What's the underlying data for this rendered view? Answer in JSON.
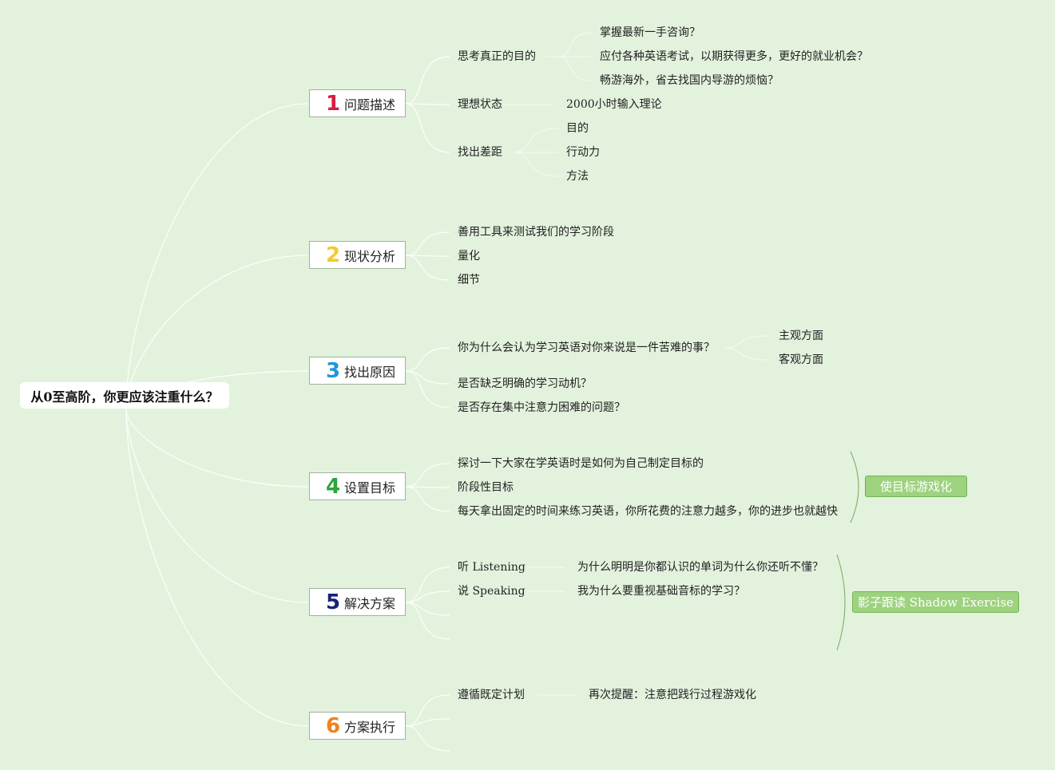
{
  "root": {
    "label": "从0至高阶，你更应该注重什么？"
  },
  "colors": {
    "background": "#e3f2dd",
    "num1": "#d81e3e",
    "num2": "#f2cb2c",
    "num3": "#2196d8",
    "num4": "#2aa63c",
    "num5": "#16237a",
    "num6": "#f0821e",
    "tag": "#9dd27e"
  },
  "branches": [
    {
      "number": "1",
      "label": "问题描述",
      "children": [
        {
          "label": "思考真正的目的",
          "children": [
            {
              "label": "掌握最新一手咨询？"
            },
            {
              "label": "应付各种英语考试，以期获得更多，更好的就业机会？"
            },
            {
              "label": "畅游海外，省去找国内导游的烦恼？"
            }
          ]
        },
        {
          "label": "理想状态",
          "children": [
            {
              "label": "2000小时输入理论"
            }
          ]
        },
        {
          "label": "找出差距",
          "children": [
            {
              "label": "目的"
            },
            {
              "label": "行动力"
            },
            {
              "label": "方法"
            }
          ]
        }
      ]
    },
    {
      "number": "2",
      "label": "现状分析",
      "children": [
        {
          "label": "善用工具来测试我们的学习阶段"
        },
        {
          "label": "量化"
        },
        {
          "label": "细节"
        }
      ]
    },
    {
      "number": "3",
      "label": "找出原因",
      "children": [
        {
          "label": "你为什么会认为学习英语对你来说是一件苦难的事？",
          "children": [
            {
              "label": "主观方面"
            },
            {
              "label": "客观方面"
            }
          ]
        },
        {
          "label": "是否缺乏明确的学习动机？"
        },
        {
          "label": "是否存在集中注意力困难的问题？"
        }
      ]
    },
    {
      "number": "4",
      "label": "设置目标",
      "children": [
        {
          "label": "探讨一下大家在学英语时是如何为自己制定目标的"
        },
        {
          "label": "阶段性目标"
        },
        {
          "label": "每天拿出固定的时间来练习英语，你所花费的注意力越多，你的进步也就越快"
        }
      ],
      "summary": "使目标游戏化"
    },
    {
      "number": "5",
      "label": "解决方案",
      "children": [
        {
          "label": "听 Listening",
          "children": [
            {
              "label": "为什么明明是你都认识的单词为什么你还听不懂？"
            }
          ]
        },
        {
          "label": "说 Speaking",
          "children": [
            {
              "label": "我为什么要重视基础音标的学习？"
            }
          ]
        }
      ],
      "summary": "影子跟读 Shadow Exercise"
    },
    {
      "number": "6",
      "label": "方案执行",
      "children": [
        {
          "label": "遵循既定计划",
          "children": [
            {
              "label": "再次提醒：注意把践行过程游戏化"
            }
          ]
        }
      ]
    }
  ]
}
